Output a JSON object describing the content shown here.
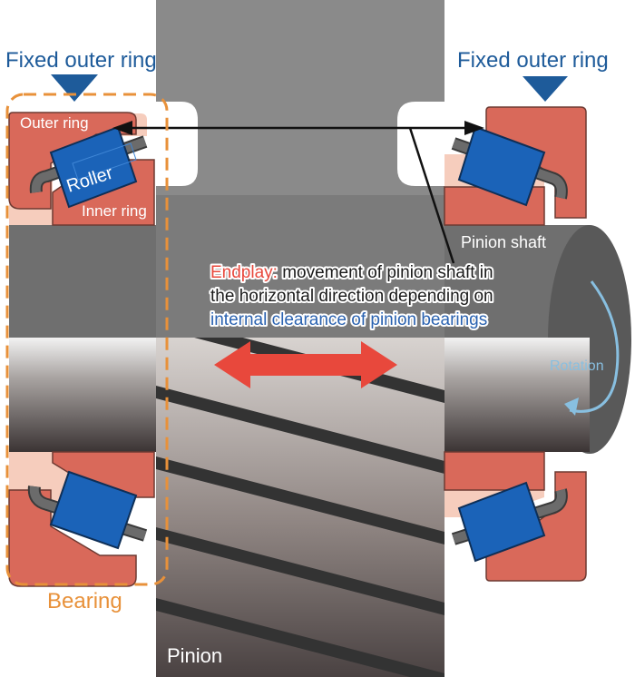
{
  "labels": {
    "fixed_outer_ring_left": "Fixed outer ring",
    "fixed_outer_ring_right": "Fixed outer ring",
    "outer_ring": "Outer ring",
    "roller": "Roller",
    "inner_ring": "Inner ring",
    "pinion_shaft": "Pinion shaft",
    "rotation": "Rotation",
    "bearing": "Bearing",
    "pinion": "Pinion"
  },
  "endplay": {
    "term": "Endplay:",
    "line1_rest": " movement of pinion shaft in",
    "line2": "the horizontal direction depending on",
    "line3": "internal clearance of pinion bearings"
  },
  "colors": {
    "label_blue": "#1e5b9a",
    "ring_red": "#d9695a",
    "ring_pink": "#f6cdbd",
    "roller_blue": "#1b63b8",
    "endplay_red": "#e8483c",
    "bearing_orange": "#e8913a",
    "rotation_blue": "#88bfe0"
  }
}
